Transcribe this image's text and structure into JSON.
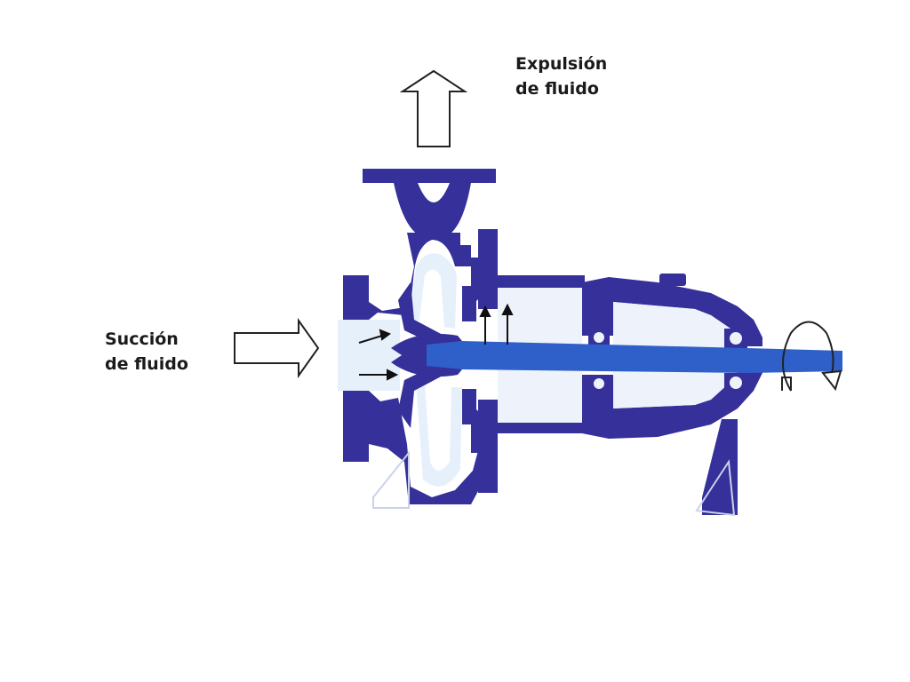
{
  "labels": {
    "expulsion": {
      "line1": "Expulsión",
      "line2": "de fluido"
    },
    "succion": {
      "line1": "Succión",
      "line2": "de fluido"
    }
  },
  "colors": {
    "casing": "#35309a",
    "shaft": "#2f5fc8",
    "water": "#e6f0fb",
    "arrow_outline": "#222222",
    "background": "#ffffff"
  },
  "icons": {
    "outlet_arrow": "arrow-up-icon",
    "inlet_arrow": "arrow-right-icon",
    "rotation_arrow": "rotation-icon"
  }
}
